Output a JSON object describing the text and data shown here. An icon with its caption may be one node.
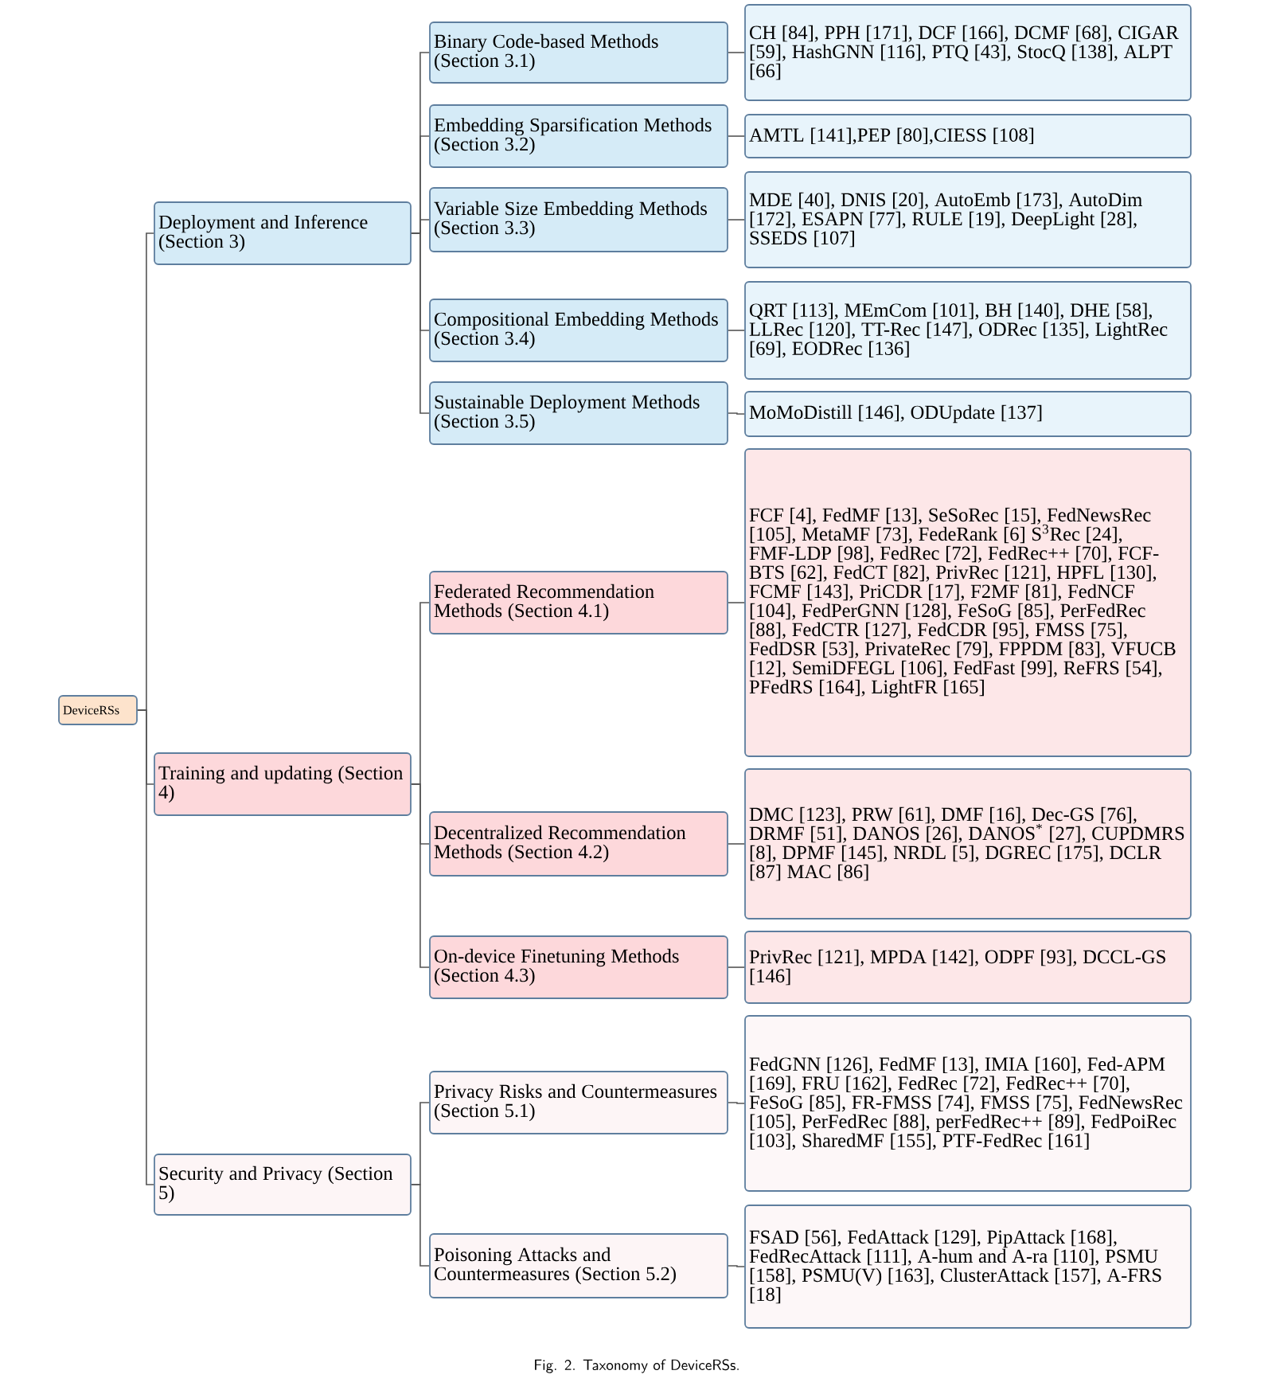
{
  "diagram": {
    "caption": "Fig. 2.  Taxonomy of DeviceRSs.",
    "nodes": [
      {
        "text": [
          "DeviceRSs"
        ]
      },
      {
        "text": [
          "Deployment and Inference (Section 3)"
        ]
      },
      {
        "text": [
          "Training and updating (Section 4)"
        ]
      },
      {
        "text": [
          "Security and Privacy (Section 5)"
        ]
      },
      {
        "text": [
          "Binary Code-based Methods (Section 3.1)"
        ]
      },
      {
        "text": [
          "Embedding Sparsification Methods (Section 3.2)"
        ]
      },
      {
        "text": [
          "Variable Size Embedding Methods (Section 3.3)"
        ]
      },
      {
        "text": [
          "Compositional Embedding Methods (Section 3.4)"
        ]
      },
      {
        "text": [
          "Sustainable Deployment Methods (Section 3.5)"
        ]
      },
      {
        "text": [
          "Federated Recommendation Methods (Section 4.1)"
        ]
      },
      {
        "text": [
          "Decentralized Recommendation Methods (Section 4.2)"
        ]
      },
      {
        "text": [
          "On-device Finetuning Methods (Section 4.3)"
        ]
      },
      {
        "text": [
          "Privacy Risks and Countermeasures (Section 5.1)"
        ]
      },
      {
        "text": [
          "Poisoning Attacks and Countermeasures (Section 5.2)"
        ]
      },
      {
        "text": [
          "CH [84], PPH [171], DCF [166], DCMF [68], CIGAR [59], HashGNN [116], PTQ [43], StocQ [138], ALPT [66]"
        ]
      },
      {
        "text": [
          "AMTL [141],PEP [80],CIESS [108]"
        ]
      },
      {
        "text": [
          "MDE [40], DNIS [20], AutoEmb [173], AutoDim [172], ESAPN [77], RULE [19], DeepLight [28], SSEDS [107]"
        ]
      },
      {
        "text": [
          "QRT [113], MEmCom [101], BH [140], DHE [58], LLRec [120], TT-Rec [147], ODRec [135], LightRec [69], EODRec [136]"
        ]
      },
      {
        "text": [
          "MoMoDistill [146], ODUpdate [137]"
        ]
      },
      {
        "text": [
          "FCF [4], FedMF [13], SeSoRec [15], FedNewsRec [105], MetaMF [73], FedeRank [6] S$^{3}$Rec [24], FMF-LDP [98], FedRec [72], FedRec++ [70], FCF-BTS [62], FedCT [82], PrivRec [121], HPFL [130], FCMF [143], PriCDR [17], F2MF [81], FedNCF [104], FedPerGNN [128], FeSoG [85], PerFedRec [88], FedCTR [127], FedCDR [95], FMSS [75], FedDSR [53], PrivateRec [79], FPPDM [83], VFUCB [12], SemiDFEGL [106], FedFast [99], ReFRS [54], PFedRS [164], LightFR [165]"
        ]
      },
      {
        "text": [
          "DMC [123], PRW [61], DMF [16], Dec-GS [76], DRMF [51], DANOS [26], DANOS$^{*}$ [27], CUPDMRS [8], DPMF [145], NRDL [5], DGREC [175], DCLR [87] MAC [86]"
        ]
      },
      {
        "text": [
          "PrivRec [121], MPDA [142], ODPF [93], DCCL-GS [146]"
        ]
      },
      {
        "text": [
          "FedGNN [126], FedMF [13], IMIA [160], Fed-APM [169], FRU [162], FedRec [72], FedRec++ [70], FeSoG [85], FR-FMSS [74], FMSS [75], FedNewsRec [105], PerFedRec [88], perFedRec++ [89], FedPoiRec [103], SharedMF [155], PTF-FedRec [161]"
        ]
      },
      {
        "text": [
          "FSAD [56], FedAttack [129], PipAttack [168], FedRecAttack [111], A-hum and A-ra [110], PSMU [158], PSMU(V) [163], ClusterAttack [157], A-FRS [18]"
        ]
      }
    ],
    "edges": [
      {
        "from": 0,
        "to": 1,
        "arrow": "none"
      },
      {
        "from": 0,
        "to": 2,
        "arrow": "none"
      },
      {
        "from": 0,
        "to": 3,
        "arrow": "none"
      },
      {
        "from": 1,
        "to": 4,
        "arrow": "none"
      },
      {
        "from": 1,
        "to": 5,
        "arrow": "none"
      },
      {
        "from": 1,
        "to": 6,
        "arrow": "none"
      },
      {
        "from": 1,
        "to": 7,
        "arrow": "none"
      },
      {
        "from": 1,
        "to": 8,
        "arrow": "none"
      },
      {
        "from": 2,
        "to": 9,
        "arrow": "none"
      },
      {
        "from": 2,
        "to": 10,
        "arrow": "none"
      },
      {
        "from": 2,
        "to": 11,
        "arrow": "none"
      },
      {
        "from": 3,
        "to": 12,
        "arrow": "none"
      },
      {
        "from": 3,
        "to": 13,
        "arrow": "none"
      },
      {
        "from": 4,
        "to": 14,
        "arrow": "none"
      },
      {
        "from": 5,
        "to": 15,
        "arrow": "none"
      },
      {
        "from": 6,
        "to": 16,
        "arrow": "none"
      },
      {
        "from": 7,
        "to": 17,
        "arrow": "none"
      },
      {
        "from": 8,
        "to": 18,
        "arrow": "none"
      },
      {
        "from": 9,
        "to": 19,
        "arrow": "none"
      },
      {
        "from": 10,
        "to": 20,
        "arrow": "none"
      },
      {
        "from": 11,
        "to": 21,
        "arrow": "none"
      },
      {
        "from": 12,
        "to": 22,
        "arrow": "none"
      },
      {
        "from": 13,
        "to": 23,
        "arrow": "none"
      }
    ]
  }
}
